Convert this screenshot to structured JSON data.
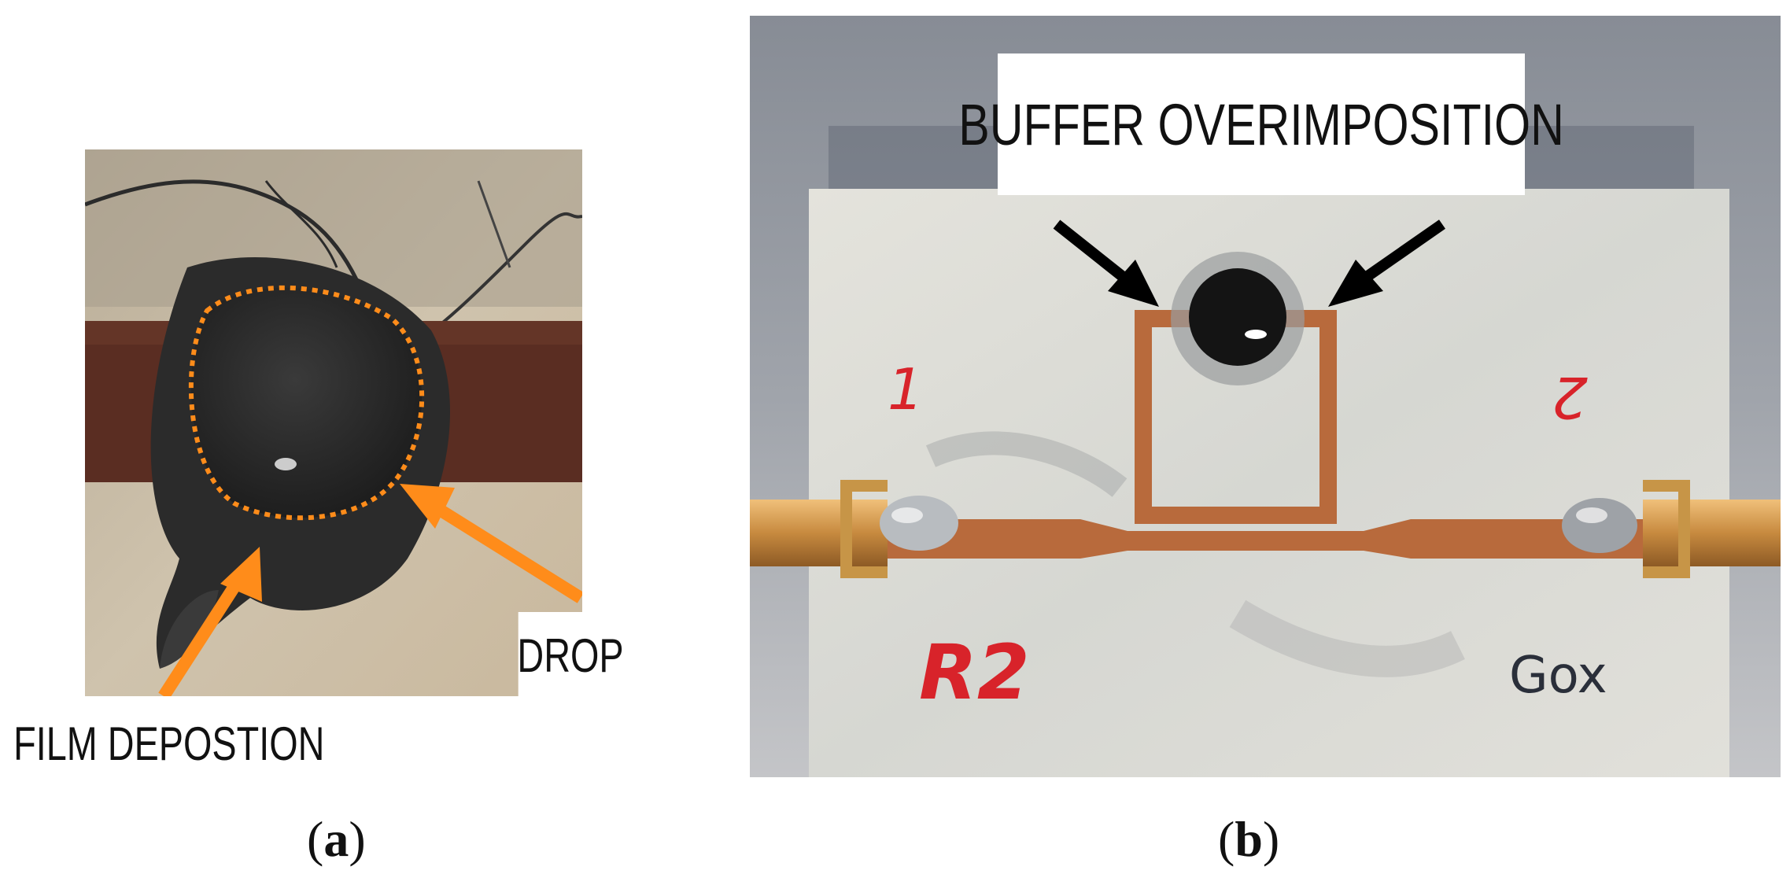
{
  "panel_a": {
    "drop_label": "DROP",
    "film_label": "FILM DEPOSTION",
    "caption_open": "(",
    "caption_letter": "a",
    "caption_close": ")"
  },
  "panel_b": {
    "buffer_label": "BUFFER OVERIMPOSITION",
    "port_1": "1",
    "port_2": "2",
    "sample_id": "R2",
    "sample_tag": "Gox",
    "caption_open": "(",
    "caption_letter": "b",
    "caption_close": ")"
  },
  "colors": {
    "annotation_orange": "#ff8c1a",
    "arrow_black": "#000000",
    "marker_red": "#d8232a",
    "copper": "#b86a3c"
  }
}
